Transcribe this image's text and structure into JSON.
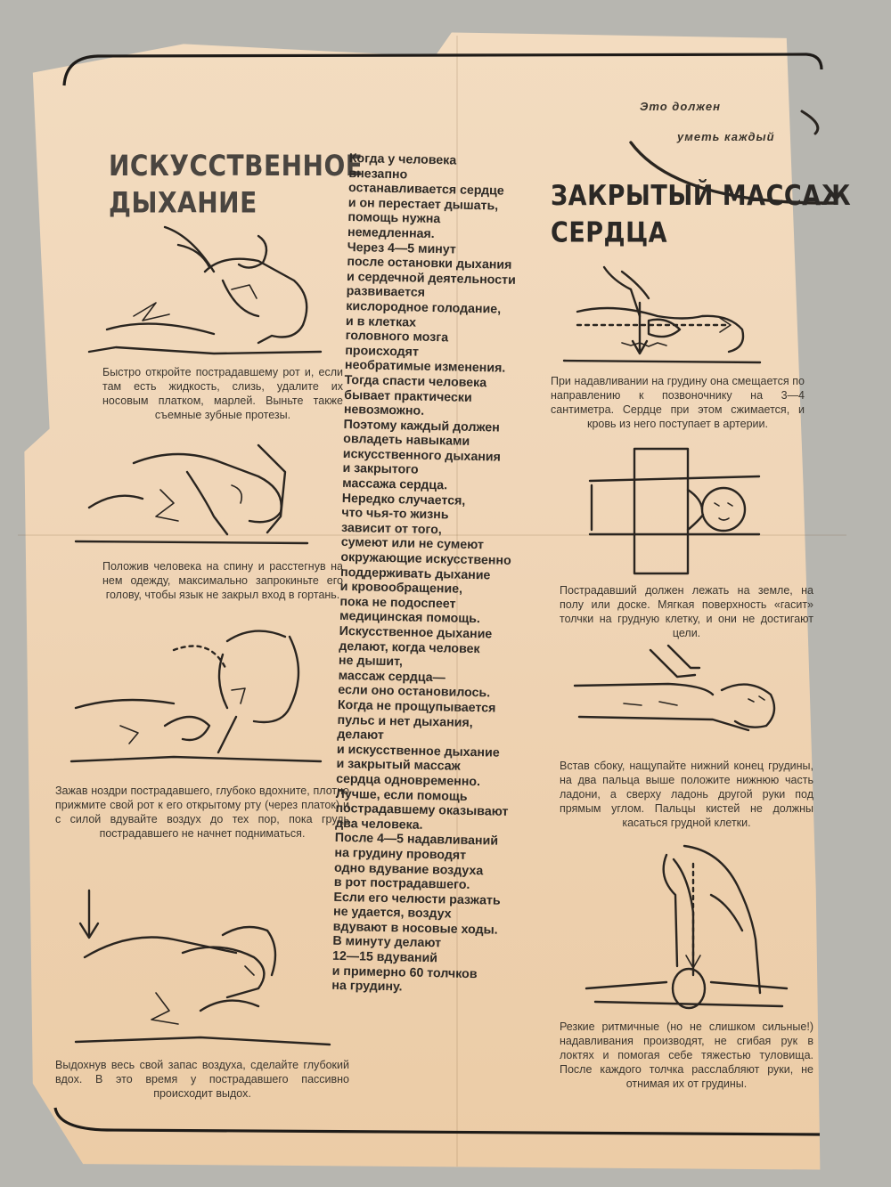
{
  "header": {
    "tagline_line1": "Это должен",
    "tagline_line2": "уметь каждый"
  },
  "left": {
    "title": "ИСКУССТВЕННОЕ\nДЫХАНИЕ",
    "captions": [
      "Быстро откройте пострадавшему рот и, если там есть жидкость, слизь, удалите их носовым платком, марлей. Выньте также съемные зубные протезы.",
      "Положив человека на спину и расстегнув на нем одежду, максимально запрокиньте его голову, чтобы язык не закрыл вход в гортань.",
      "Зажав ноздри пострадавшего, глубоко вдохните, плотно прижмите свой рот к его открытому рту (через платок) и с силой вдувайте воздух до тех пор, пока грудь пострадавшего не начнет подниматься.",
      "Выдохнув весь свой запас воздуха, сделайте глубокий вдох. В это время у пострадавшего пассивно происходит выдох."
    ]
  },
  "middle": {
    "text": "Когда у человека\nвнезапно\nостанавливается сердце\nи он перестает дышать,\nпомощь нужна\nнемедленная.\nЧерез 4—5 минут\nпосле остановки дыхания\nи сердечной деятельности\nразвивается\nкислородное голодание,\nи в клетках\nголовного мозга\nпроисходят\nнеобратимые изменения.\nТогда спасти человека\nбывает практически\nневозможно.\nПоэтому каждый должен\nовладеть навыками\nискусственного дыхания\nи закрытого\nмассажа сердца.\nНередко случается,\nчто чья-то жизнь\nзависит от того,\nсумеют или не сумеют\nокружающие искусственно\nподдерживать дыхание\nи кровообращение,\nпока не подоспеет\nмедицинская помощь.\nИскусственное дыхание\nделают, когда человек\nне дышит,\nмассаж сердца—\nесли оно остановилось.\nКогда не прощупывается\nпульс и нет дыхания,\nделают\nи искусственное дыхание\nи закрытый массаж\nсердца одновременно.\nЛучше, если помощь\nпострадавшему оказывают\nдва человека.\nПосле 4—5 надавливаний\nна грудину проводят\nодно вдувание воздуха\nв рот пострадавшего.\nЕсли его челюсти разжать\nне удается, воздух\nвдувают в носовые ходы.\nВ минуту делают\n12—15 вдуваний\nи примерно 60 толчков\nна грудину."
  },
  "right": {
    "title": "ЗАКРЫТЫЙ МАССАЖ\nСЕРДЦА",
    "captions": [
      "При надавливании на грудину она смещается по направлению к позвоночнику на 3—4 сантиметра. Сердце при этом сжимается, и кровь из него поступает в артерии.",
      "Пострадавший должен лежать на земле, на полу или доске. Мягкая поверхность «гасит» толчки на грудную клетку, и они не достигают цели.",
      "Встав сбоку, нащупайте нижний конец грудины, на два пальца выше положите нижнюю часть ладони, а сверху ладонь другой руки под прямым углом. Пальцы кистей не должны касаться грудной клетки.",
      "Резкие ритмичные (но не слишком сильные!) надавливания производят, не сгибая рук в локтях и помогая себе тяжестью туловища. После каждого толчка расслабляют руки, не отнимая их от грудины."
    ]
  }
}
